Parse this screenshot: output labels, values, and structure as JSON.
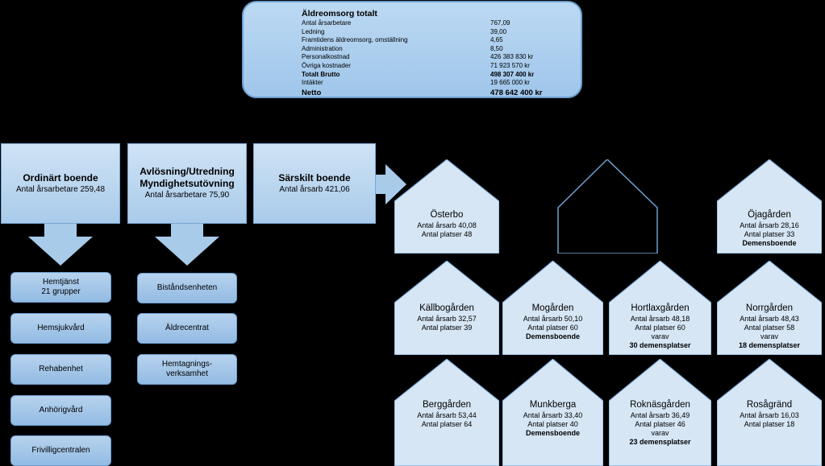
{
  "summary": {
    "title": "Äldreomsorg totalt",
    "rows": [
      {
        "label": "Antal årsarbetare",
        "value": "767,09"
      },
      {
        "label": "Ledning",
        "value": "39,00"
      },
      {
        "label": "Framtidens äldreomsorg, omställning",
        "value": "4,65"
      },
      {
        "label": "Administration",
        "value": "8,50"
      },
      {
        "label": "Personalkostnad",
        "value": "426 383 830 kr"
      },
      {
        "label": "Övriga kostnader",
        "value": "71 923 570 kr"
      },
      {
        "label": "Totalt Brutto",
        "value": "498 307 400 kr"
      },
      {
        "label": "Intäkter",
        "value": "19 665 000 kr"
      },
      {
        "label": "Netto",
        "value": "478 642 400 kr"
      }
    ]
  },
  "categories": {
    "ordinart": {
      "title": "Ordinärt boende",
      "sub": "Antal årsarbetare 259,48"
    },
    "avlosning": {
      "title1": "Avlösning/Utredning",
      "title2": "Myndighetsutövning",
      "sub": "Antal årsarbetare 75,90"
    },
    "sarskilt": {
      "title": "Särskilt boende",
      "sub": "Antal årsarb 421,06"
    }
  },
  "ordinart_units": [
    {
      "line1": "Hemtjänst",
      "line2": "21 grupper"
    },
    {
      "line1": "Hemsjukvård",
      "line2": ""
    },
    {
      "line1": "Rehabenhet",
      "line2": ""
    },
    {
      "line1": "Anhörigvård",
      "line2": ""
    },
    {
      "line1": "Frivilligcentralen",
      "line2": ""
    }
  ],
  "avlosning_units": [
    {
      "line1": "Biståndsenheten",
      "line2": ""
    },
    {
      "line1": "Äldrecentrat",
      "line2": ""
    },
    {
      "line1": "Hemtagnings-",
      "line2": "verksamhet"
    }
  ],
  "houses": {
    "osterbo": {
      "name": "Österbo",
      "l1": "Antal årsarb 40,08",
      "l2": "Antal platser 48"
    },
    "ojagarden": {
      "name": "Öjagården",
      "l1": "Antal årsarb 28,16",
      "l2": "Antal platser 33",
      "b": "Demensboende"
    },
    "kallbogarden": {
      "name": "Källbogården",
      "l1": "Antal årsarb 32,57",
      "l2": "Antal platser 39"
    },
    "mogarden": {
      "name": "Mogården",
      "l1": "Antal årsarb 50,10",
      "l2": "Antal platser 60",
      "b": "Demensboende"
    },
    "hortlax": {
      "name": "Hortlaxgården",
      "l1": "Antal årsarb 48,18",
      "l2": "Antal platser 60",
      "l3": "varav",
      "b": "30 demensplatser"
    },
    "norrgarden": {
      "name": "Norrgården",
      "l1": "Antal årsarb 48,43",
      "l2": "Antal platser 58",
      "l3": "varav",
      "b": "18 demensplatser"
    },
    "berggarden": {
      "name": "Berggården",
      "l1": "Antal årsarb 53,44",
      "l2": "Antal platser 64"
    },
    "munkberga": {
      "name": "Munkberga",
      "l1": "Antal årsarb 33,40",
      "l2": "Antal platser 40",
      "b": "Demensboende"
    },
    "roknas": {
      "name": "Roknäsgården",
      "l1": "Antal årsarb 36,49",
      "l2": "Antal platser 46",
      "l3": "varav",
      "b": "23 demensplatser"
    },
    "rosagrand": {
      "name": "Rosågränd",
      "l1": "Antal årsarb 16,03",
      "l2": "Antal platser 18"
    }
  }
}
